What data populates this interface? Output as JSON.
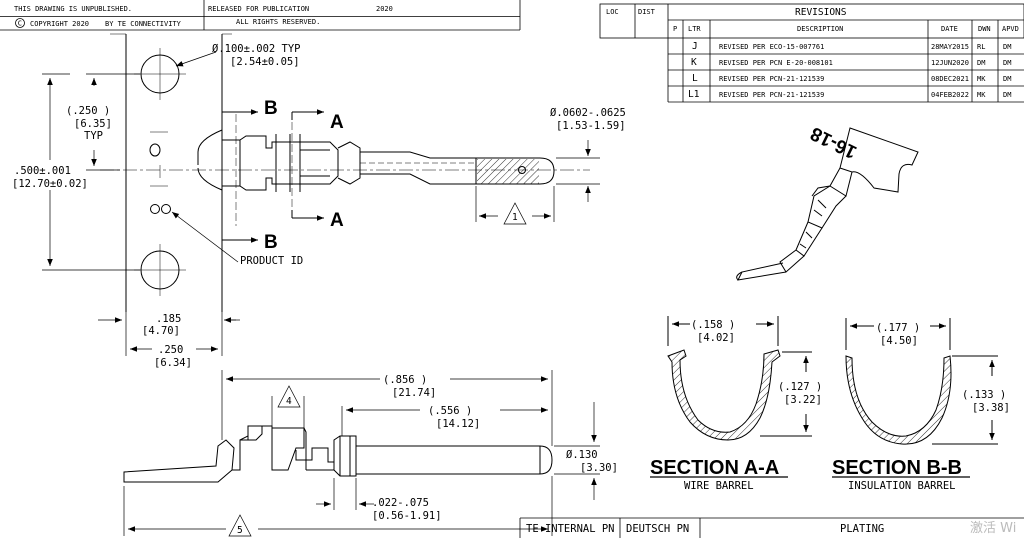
{
  "title_block": {
    "unpublished": "THIS DRAWING IS UNPUBLISHED.",
    "copyright": "COPYRIGHT 2020",
    "copyright_symbol": "C",
    "by": "BY TE CONNECTIVITY",
    "released": "RELEASED FOR PUBLICATION",
    "year": "2020",
    "rights": "ALL RIGHTS RESERVED."
  },
  "revisions": {
    "loc": "LOC",
    "dist": "DIST",
    "title": "REVISIONS",
    "headers": {
      "p": "P",
      "ltr": "LTR",
      "description": "DESCRIPTION",
      "date": "DATE",
      "dwn": "DWN",
      "apvd": "APVD"
    },
    "rows": [
      {
        "ltr": "J",
        "description": "REVISED PER ECO-15-007761",
        "date": "28MAY2015",
        "dwn": "RL",
        "apvd": "DM"
      },
      {
        "ltr": "K",
        "description": "REVISED PER PCN E-20-008101",
        "date": "12JUN2020",
        "dwn": "DM",
        "apvd": "DM"
      },
      {
        "ltr": "L",
        "description": "REVISED PER PCN-21-121539",
        "date": "08DEC2021",
        "dwn": "MK",
        "apvd": "DM"
      },
      {
        "ltr": "L1",
        "description": "REVISED PER PCN-21-121539",
        "date": "04FEB2022",
        "dwn": "MK",
        "apvd": "DM"
      }
    ]
  },
  "dims": {
    "hole_dia": "Ø.100±.002  TYP",
    "hole_dia_mm": "[2.54±0.05]",
    "pitch_in": "(.250  )",
    "pitch_mm": "[6.35]",
    "pitch_typ": "TYP",
    "strip_in": ".500±.001",
    "strip_mm": "[12.70±0.02]",
    "pin_dia": "Ø.0602-.0625",
    "pin_dia_mm": "[1.53-1.59]",
    "carrier_in": ".185",
    "carrier_mm": "[4.70]",
    "carrier2_in": ".250",
    "carrier2_mm": "[6.34]",
    "len_in": "(.856  )",
    "len_mm": "[21.74]",
    "len2_in": "(.556  )",
    "len2_mm": "[14.12]",
    "body_dia": "Ø.130",
    "body_dia_mm": "[3.30]",
    "gap_in": ".022-.075",
    "gap_mm": "[0.56-1.91]",
    "a_in": "(.158  )",
    "a_mm": "[4.02]",
    "a_h_in": "(.127  )",
    "a_h_mm": "[3.22]",
    "b_in": "(.177  )",
    "b_mm": "[4.50]",
    "b_h_in": "(.133  )",
    "b_h_mm": "[3.38]"
  },
  "labels": {
    "section_a_letter": "A",
    "section_b_letter": "B",
    "product_id": "PRODUCT ID",
    "note1": "1",
    "note4": "4",
    "note5": "5",
    "part_mark": "16-18",
    "section_aa": "SECTION  A-A",
    "wire_barrel": "WIRE BARREL",
    "section_bb": "SECTION  B-B",
    "insulation_barrel": "INSULATION BARREL"
  },
  "bottom_table": {
    "col1": "TE INTERNAL PN",
    "col2": "DEUTSCH PN",
    "col3": "PLATING"
  },
  "watermark": "激活 Wi"
}
